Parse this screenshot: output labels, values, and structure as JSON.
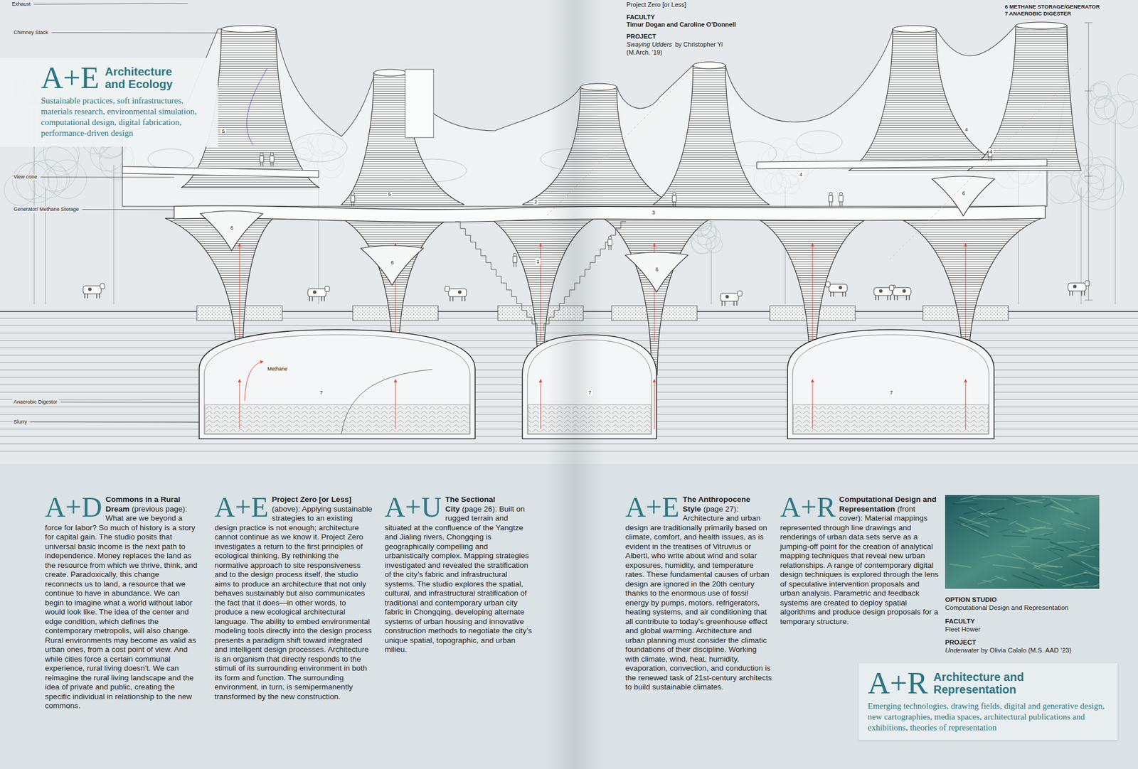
{
  "diagram": {
    "nodes": [
      {
        "text": [
          "A+E",
          "Architecture and Ecology",
          "Sustainable practices, soft infrastructures, materials research, environmental simulation, computational design, digital fabrication, performance-driven design"
        ]
      },
      {
        "text": [
          "A+R",
          "Architecture and Representation",
          "Emerging technologies, drawing fields, digital and generative design, new cartographies, media spaces, architectural publications and exhibitions, theories of representation"
        ]
      }
    ],
    "labels": [
      "Exhaust",
      "Chimney Stack",
      "View cone",
      "Generator/ Methane Storage",
      "Methane",
      "Anaerobic Digestor",
      "Slurry",
      "5",
      "5",
      "6",
      "6",
      "7",
      "7",
      "7",
      "6",
      "6",
      "4",
      "4",
      "4",
      "3",
      "2",
      "1",
      "Project Zero [or Less]",
      "FACULTY",
      "Timur Dogan and Caroline O’Donnell",
      "PROJECT",
      "Swaying Udders",
      "by Christopher Yi",
      "(M.Arch. ’19)",
      "6 METHANE STORAGE/GENERATOR",
      "7 ANAEROBIC DIGESTER",
      "A+D",
      "Commons in a Rural Dream",
      "(previous page): What are we beyond a force for labor? So much of history is a story for capital gain. The studio posits that universal basic income is the next path to independence. Money replaces the land as the resource from which we thrive, think, and create. Paradoxically, this change reconnects us to land, a resource that we continue to have in abundance. We can begin to imagine what a world without labor would look like. The idea of the center and edge condition, which defines the contemporary metropolis, will also change. Rural environments may become as valid as urban ones, from a cost point of view. And while cities force a certain communal experience, rural living doesn’t. We can reimagine the rural living landscape and the idea of private and public, creating the specific individual in relationship to the new commons.",
      "A+E",
      "Project Zero [or Less]",
      "(above): Applying sustainable strategies to an existing design practice is not enough; architecture cannot continue as we know it. Project Zero investigates a return to the first principles of ecological thinking. By rethinking the normative approach to site responsiveness and to the design process itself, the studio aims to produce an architecture that not only behaves sustainably but also communicates the fact that it does—in other words, to produce a new ecological architectural language. The ability to embed environmental modeling tools directly into the design process presents a paradigm shift toward integrated and intelligent design processes. Architecture is an organism that directly responds to the stimuli of its surrounding environment in both its form and function. The surrounding environment, in turn, is semipermanently transformed by the new construction.",
      "A+U",
      "The Sectional City",
      "(page 26): Built on rugged terrain and situated at the confluence of the Yangtze and Jialing rivers, Chongqing is geographically compelling and urbanistically complex. Mapping strategies investigated and revealed the stratification of the city’s fabric and infrastructural systems. The studio explores the spatial, cultural, and infrastructural stratification of traditional and contemporary urban city fabric in Chongqing, developing alternate systems of urban housing and innovative construction methods to negotiate the city’s unique spatial, topographic, and urban milieu.",
      "A+E",
      "The Anthropocene Style",
      "(page 27): Architecture and urban design are traditionally primarily based on climate, comfort, and health issues, as is evident in the treatises of Vitruvius or Alberti, who write about wind and solar exposures, humidity, and temperature rates. These fundamental causes of urban design are ignored in the 20th century thanks to the enormous use of fossil energy by pumps, motors, refrigerators, heating systems, and air conditioning that all contribute to today’s greenhouse effect and global warming. Architecture and urban planning must consider the climatic foundations of their discipline. Working with climate, wind, heat, humidity, evaporation, convection, and conduction is the renewed task of 21st-century architects to build sustainable climates.",
      "A+R",
      "Computational Design and Representation",
      "(front cover): Material mappings represented through line drawings and renderings of urban data sets serve as a jumping-off point for the creation of analytical mapping techniques that reveal new urban relationships. A range of contemporary digital design techniques is explored through the lens of speculative intervention proposals and urban analysis. Parametric and feedback systems are created to deploy spatial algorithms and produce design proposals for a temporary structure.",
      "OPTION STUDIO",
      "Computational Design and Representation",
      "FACULTY",
      "Fleet Hower",
      "PROJECT",
      "Underwater",
      "by Olivia Calalo (M.S. AAD ’23)"
    ]
  }
}
